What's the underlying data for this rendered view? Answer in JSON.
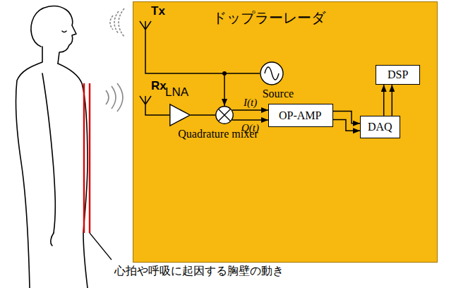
{
  "diagram": {
    "nodes": [
      {
        "text": [
          "ドップラーレーダ"
        ]
      },
      {
        "text": [
          "Source"
        ],
        "in": 0
      },
      {
        "text": [
          "LNA"
        ],
        "in": 0
      },
      {
        "text": [
          "Quadrature mixer"
        ],
        "in": 0
      },
      {
        "text": [
          "OP-AMP"
        ],
        "in": 0
      },
      {
        "text": [
          "DAQ"
        ],
        "in": 0
      },
      {
        "text": [
          "DSP"
        ],
        "in": 0
      }
    ],
    "edges": [
      {
        "from": 2,
        "to": 3,
        "arrow": "none"
      },
      {
        "from": 1,
        "to": 3,
        "arrow": "to"
      },
      {
        "from": 3,
        "to": 4,
        "label": "I(t)",
        "arrow": "to"
      },
      {
        "from": 3,
        "to": 4,
        "label": "Q(t)",
        "arrow": "to"
      },
      {
        "from": 4,
        "to": 5,
        "arrow": "to"
      },
      {
        "from": 4,
        "to": 5,
        "arrow": "to"
      },
      {
        "from": 5,
        "to": 6,
        "arrow": "to"
      },
      {
        "from": 5,
        "to": 6,
        "arrow": "to"
      }
    ],
    "labels": [
      "Tx",
      "Rx",
      "心拍や呼吸に起因する胸壁の動き"
    ]
  }
}
